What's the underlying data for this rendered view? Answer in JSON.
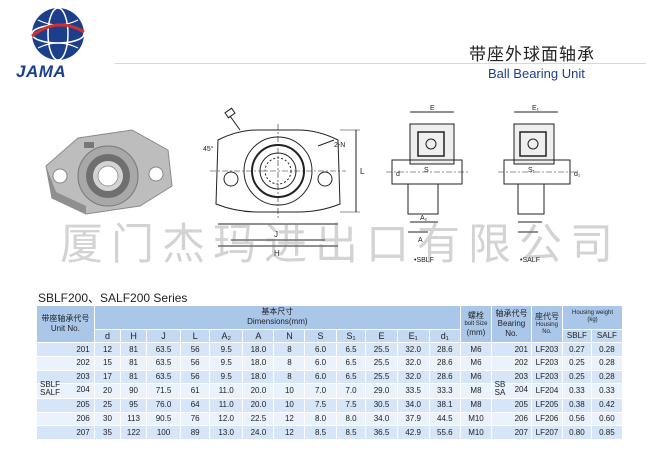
{
  "logo": {
    "text": "JAMA"
  },
  "title": {
    "chinese": "带座外球面轴承",
    "english": "Ball Bearing Unit"
  },
  "watermark": "厦门杰玛进出口有限公司",
  "drawing_labels": {
    "angle": "45°",
    "two_n": "2-N",
    "L": "L",
    "J": "J",
    "H": "H",
    "E": "E",
    "E1": "E₁",
    "S": "S",
    "S1": "S₁",
    "d": "d",
    "d1": "d₁",
    "A": "A",
    "A2": "A₂",
    "sblf": "•SBLF",
    "salf": "•SALF"
  },
  "series_title": "SBLF200、SALF200 Series",
  "table": {
    "headers": {
      "unit_no_cn": "带座轴承代号",
      "unit_no_en": "Unit No.",
      "dimensions_cn": "基本尺寸",
      "dimensions_en": "Dimensions(mm)",
      "bolt_cn": "螺栓",
      "bolt_en": "bolt Size",
      "bolt_unit": "(mm)",
      "bearing_cn": "轴承代号",
      "bearing_en": "Bearing No.",
      "housing_cn": "座代号",
      "housing_en": "Housing No.",
      "weight_cn": "Housing weight",
      "weight_en": "(kg)",
      "sblf": "SBLF",
      "salf": "SALF"
    },
    "columns": [
      "d",
      "H",
      "J",
      "L",
      "A₂",
      "A",
      "N",
      "S",
      "S₁",
      "E",
      "E₁",
      "d₁"
    ],
    "unit_group": "SBLF SALF",
    "bearing_group": "SB SA",
    "rows": [
      {
        "unit": "201",
        "d": "12",
        "H": "81",
        "J": "63.5",
        "L": "56",
        "A2": "9.5",
        "A": "18.0",
        "N": "8",
        "S": "6.0",
        "S1": "6.5",
        "E": "25.5",
        "E1": "32.0",
        "d1": "28.6",
        "bolt": "M6",
        "bearing": "201",
        "housing": "LF203",
        "w_sblf": "0.27",
        "w_salf": "0.28"
      },
      {
        "unit": "202",
        "d": "15",
        "H": "81",
        "J": "63.5",
        "L": "56",
        "A2": "9.5",
        "A": "18.0",
        "N": "8",
        "S": "6.0",
        "S1": "6.5",
        "E": "25.5",
        "E1": "32.0",
        "d1": "28.6",
        "bolt": "M6",
        "bearing": "202",
        "housing": "LF203",
        "w_sblf": "0.25",
        "w_salf": "0.28"
      },
      {
        "unit": "203",
        "d": "17",
        "H": "81",
        "J": "63.5",
        "L": "56",
        "A2": "9.5",
        "A": "18.0",
        "N": "8",
        "S": "6.0",
        "S1": "6.5",
        "E": "25.5",
        "E1": "32.0",
        "d1": "28.6",
        "bolt": "M6",
        "bearing": "203",
        "housing": "LF203",
        "w_sblf": "0.25",
        "w_salf": "0.28"
      },
      {
        "unit": "204",
        "d": "20",
        "H": "90",
        "J": "71.5",
        "L": "61",
        "A2": "11.0",
        "A": "20.0",
        "N": "10",
        "S": "7.0",
        "S1": "7.0",
        "E": "29.0",
        "E1": "33.5",
        "d1": "33.3",
        "bolt": "M8",
        "bearing": "204",
        "housing": "LF204",
        "w_sblf": "0.33",
        "w_salf": "0.33"
      },
      {
        "unit": "205",
        "d": "25",
        "H": "95",
        "J": "76.0",
        "L": "64",
        "A2": "11.0",
        "A": "20.0",
        "N": "10",
        "S": "7.5",
        "S1": "7.5",
        "E": "30.5",
        "E1": "34.0",
        "d1": "38.1",
        "bolt": "M8",
        "bearing": "205",
        "housing": "LF205",
        "w_sblf": "0.38",
        "w_salf": "0.42"
      },
      {
        "unit": "206",
        "d": "30",
        "H": "113",
        "J": "90.5",
        "L": "76",
        "A2": "12.0",
        "A": "22.5",
        "N": "12",
        "S": "8.0",
        "S1": "8.0",
        "E": "34.0",
        "E1": "37.9",
        "d1": "44.5",
        "bolt": "M10",
        "bearing": "206",
        "housing": "LF206",
        "w_sblf": "0.56",
        "w_salf": "0.60"
      },
      {
        "unit": "207",
        "d": "35",
        "H": "122",
        "J": "100",
        "L": "89",
        "A2": "13.0",
        "A": "24.0",
        "N": "12",
        "S": "8.5",
        "S1": "8.5",
        "E": "36.5",
        "E1": "42.9",
        "d1": "55.6",
        "bolt": "M10",
        "bearing": "207",
        "housing": "LF207",
        "w_sblf": "0.80",
        "w_salf": "0.85"
      }
    ]
  }
}
